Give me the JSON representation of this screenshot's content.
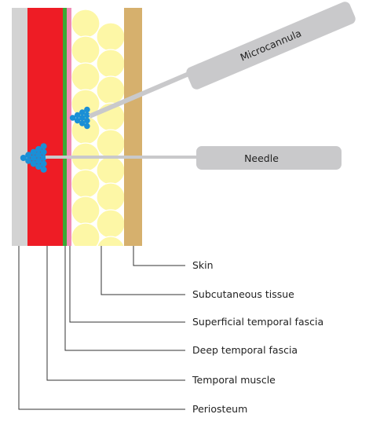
{
  "colors": {
    "periosteum": "#d3d3d3",
    "temporal_muscle": "#ee1c25",
    "deep_fascia": "#3aa935",
    "superficial_fascia": "#f08cb6",
    "fat": "#fdf7a6",
    "skin": "#d6b06d",
    "droplet": "#1a8fd6",
    "instrument": "#c9c9cb",
    "leader": "#333333"
  },
  "instruments": {
    "microcannula": "Microcannula",
    "needle": "Needle"
  },
  "layers": [
    {
      "id": "skin",
      "label": "Skin"
    },
    {
      "id": "subcutaneous",
      "label": "Subcutaneous tissue"
    },
    {
      "id": "superficial-fascia",
      "label": "Superficial temporal fascia"
    },
    {
      "id": "deep-fascia",
      "label": "Deep temporal fascia"
    },
    {
      "id": "temporal-muscle",
      "label": "Temporal muscle"
    },
    {
      "id": "periosteum",
      "label": "Periosteum"
    }
  ]
}
